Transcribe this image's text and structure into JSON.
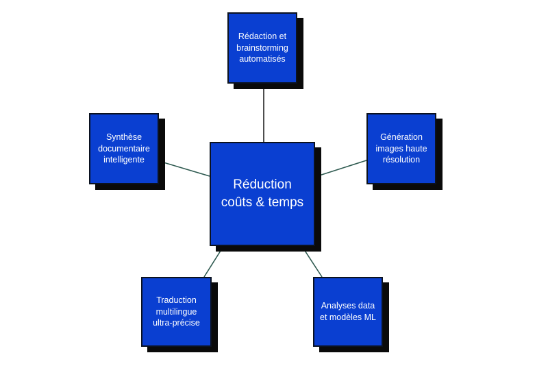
{
  "diagram": {
    "center": {
      "label": "Réduction\ncoûts & temps"
    },
    "nodes": [
      {
        "id": "top",
        "label": "Rédaction et\nbrainstorming\nautomatisés"
      },
      {
        "id": "left",
        "label": "Synthèse\ndocumentaire\nintelligente"
      },
      {
        "id": "right",
        "label": "Génération\nimages haute\nrésolution"
      },
      {
        "id": "bottom_left",
        "label": "Traduction\nmultilingue\nultra-précise"
      },
      {
        "id": "bottom_right",
        "label": "Analyses data\net modèles ML"
      }
    ],
    "colors": {
      "box_fill": "#0a3fd1",
      "box_border": "#0b1220",
      "shadow": "#0a0a0a",
      "connector_dark": "#222222",
      "connector_teal": "#2e5a50",
      "text": "#ffffff"
    }
  }
}
